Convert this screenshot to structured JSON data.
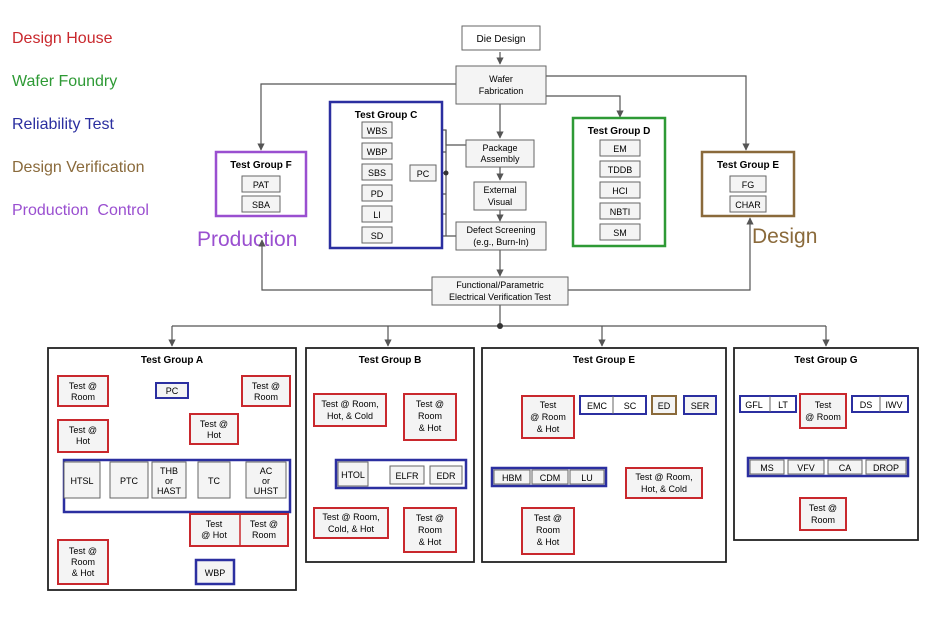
{
  "colors": {
    "design_house": "#c9282d",
    "wafer_foundry": "#2e9a35",
    "reliability_test": "#2b2fa0",
    "design_verification": "#8a6a3b",
    "production_control": "#9a4fd0",
    "line": "#555555",
    "box_border": "#666666",
    "box_fill": "#f2f2f2"
  },
  "legend": {
    "design_house": "Design House",
    "wafer_foundry": "Wafer Foundry",
    "reliability_test": "Reliability Test",
    "design_verification": "Design Verification",
    "production_control": "Production  Control"
  },
  "labels": {
    "production": "Production",
    "design": "Design"
  },
  "flow": {
    "die_design": "Die Design",
    "wafer_fab_1": "Wafer",
    "wafer_fab_2": "Fabrication",
    "package_1": "Package",
    "package_2": "Assembly",
    "external_1": "External",
    "external_2": "Visual",
    "defect_1": "Defect Screening",
    "defect_2": "(e.g., Burn-In)",
    "functional_1": "Functional/Parametric",
    "functional_2": "Electrical Verification  Test",
    "pc_side": "PC"
  },
  "group_c": {
    "title": "Test Group C",
    "items": [
      "WBS",
      "WBP",
      "SBS",
      "PD",
      "LI",
      "SD"
    ]
  },
  "group_d": {
    "title": "Test Group D",
    "items": [
      "EM",
      "TDDB",
      "HCI",
      "NBTI",
      "SM"
    ]
  },
  "group_e_top": {
    "title": "Test Group E",
    "items": [
      "FG",
      "CHAR"
    ]
  },
  "group_f": {
    "title": "Test Group F",
    "items": [
      "PAT",
      "SBA"
    ]
  },
  "group_a": {
    "title": "Test Group A",
    "test_room_1": "Test @",
    "test_room_2": "Room",
    "test_hot_2": "Hot",
    "pc": "PC",
    "htsl": "HTSL",
    "ptc": "PTC",
    "thb_1": "THB",
    "thb_2": "or",
    "thb_3": "HAST",
    "tc": "TC",
    "ac_1": "AC",
    "ac_2": "or",
    "ac_3": "UHST",
    "test_label": "Test",
    "at_hot": "@ Hot",
    "room_hot_3": "& Hot",
    "wbp": "WBP"
  },
  "group_b": {
    "title": "Test Group B",
    "left_1": "Test @ Room,",
    "left_2": "Hot, & Cold",
    "right_1": "Test @",
    "right_2": "Room",
    "right_3": "& Hot",
    "htol": "HTOL",
    "elfr": "ELFR",
    "edr": "EDR",
    "bottom_left_1": "Test @ Room,",
    "bottom_left_2": "Cold, & Hot"
  },
  "group_e": {
    "title": "Test Group E",
    "test_1": "Test",
    "test_2": "@ Room",
    "test_3": "& Hot",
    "emc": "EMC",
    "sc": "SC",
    "ed": "ED",
    "ser": "SER",
    "hbm": "HBM",
    "cdm": "CDM",
    "lu": "LU",
    "right_1": "Test @ Room,",
    "right_2": "Hot, & Cold",
    "bottom_1": "Test @",
    "bottom_2": "Room",
    "bottom_3": "& Hot"
  },
  "group_g": {
    "title": "Test Group G",
    "gfl": "GFL",
    "lt": "LT",
    "test_1": "Test",
    "test_2": "@ Room",
    "ds": "DS",
    "iwv": "IWV",
    "ms": "MS",
    "vfv": "VFV",
    "ca": "CA",
    "drop": "DROP",
    "bottom_1": "Test @",
    "bottom_2": "Room"
  }
}
